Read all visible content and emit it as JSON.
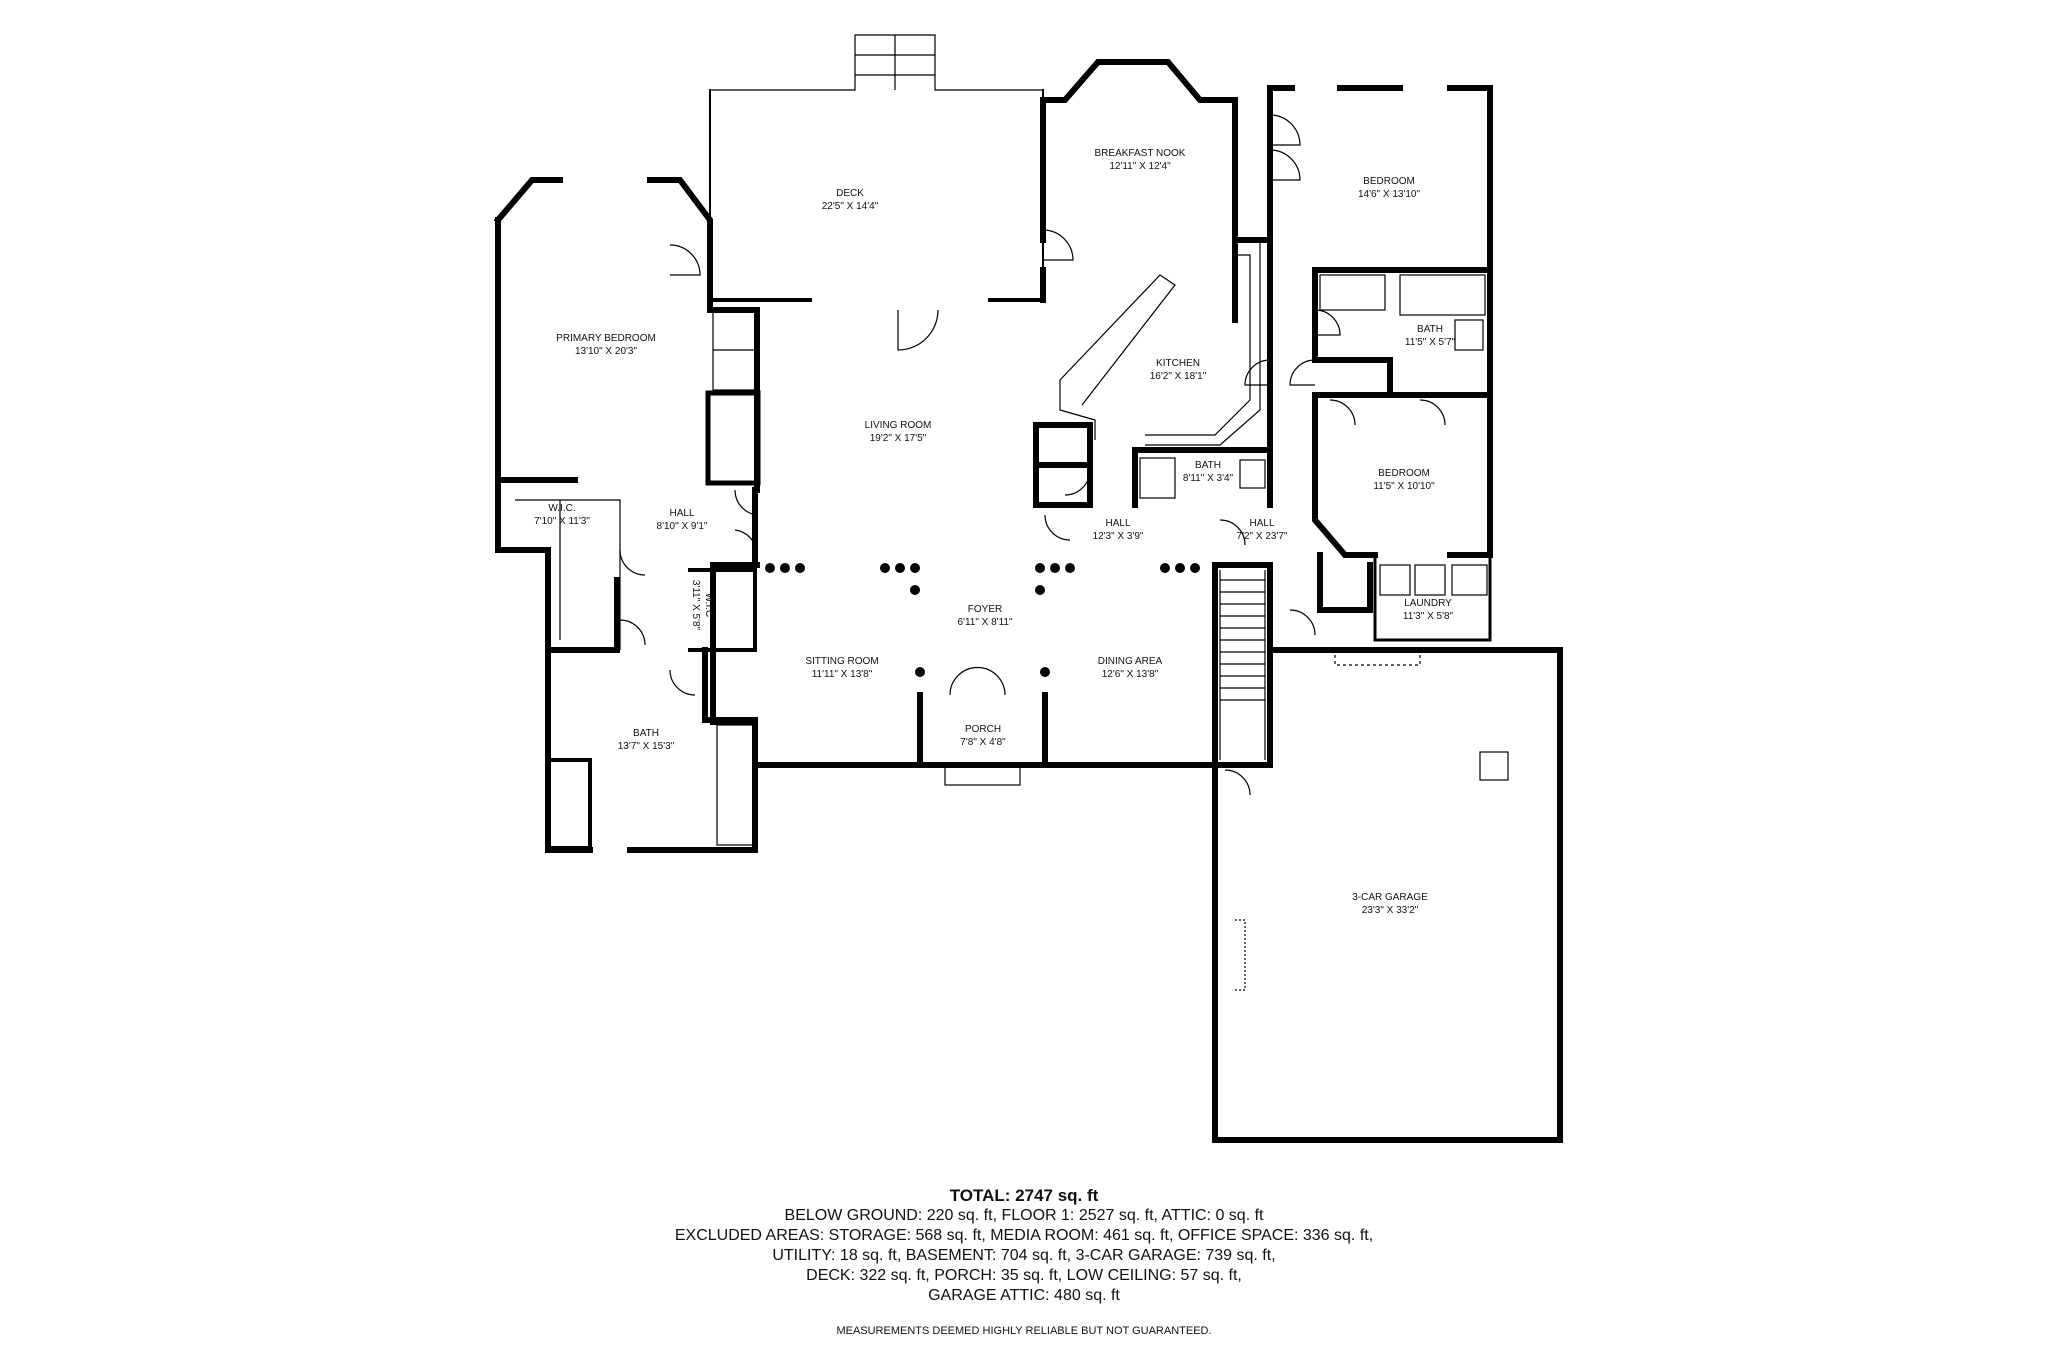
{
  "rooms": {
    "deck": {
      "name": "DECK",
      "dim": "22'5\" X 14'4\""
    },
    "breakfast_nook": {
      "name": "BREAKFAST NOOK",
      "dim": "12'11\" X 12'4\""
    },
    "bedroom_ne": {
      "name": "BEDROOM",
      "dim": "14'6\" X 13'10\""
    },
    "primary_bedroom": {
      "name": "PRIMARY BEDROOM",
      "dim": "13'10\" X 20'3\""
    },
    "bath_east": {
      "name": "BATH",
      "dim": "11'5\" X 5'7\""
    },
    "kitchen": {
      "name": "KITCHEN",
      "dim": "16'2\" X 18'1\""
    },
    "living_room": {
      "name": "LIVING ROOM",
      "dim": "19'2\" X 17'5\""
    },
    "bath_half": {
      "name": "BATH",
      "dim": "8'11\" X 3'4\""
    },
    "bedroom_e": {
      "name": "BEDROOM",
      "dim": "11'5\" X 10'10\""
    },
    "wic_primary": {
      "name": "W.I.C.",
      "dim": "7'10\" X 11'3\""
    },
    "hall_west": {
      "name": "HALL",
      "dim": "8'10\" X 9'1\""
    },
    "hall_center": {
      "name": "HALL",
      "dim": "12'3\" X 3'9\""
    },
    "hall_east": {
      "name": "HALL",
      "dim": "7'2\" X 23'7\""
    },
    "wic_small": {
      "name": "W.I.C",
      "dim": "3'11\" X 5'8\""
    },
    "laundry": {
      "name": "LAUNDRY",
      "dim": "11'3\" X 5'8\""
    },
    "foyer": {
      "name": "FOYER",
      "dim": "6'11\" X 8'11\""
    },
    "sitting_room": {
      "name": "SITTING ROOM",
      "dim": "11'11\" X 13'8\""
    },
    "dining_area": {
      "name": "DINING AREA",
      "dim": "12'6\" X 13'8\""
    },
    "bath_primary": {
      "name": "BATH",
      "dim": "13'7\" X 15'3\""
    },
    "porch": {
      "name": "PORCH",
      "dim": "7'8\" X 4'8\""
    },
    "garage": {
      "name": "3-CAR GARAGE",
      "dim": "23'3\" X 33'2\""
    }
  },
  "summary": {
    "total": "TOTAL: 2747 sq. ft",
    "lines": [
      "BELOW GROUND: 220 sq. ft, FLOOR 1: 2527 sq. ft, ATTIC: 0 sq. ft",
      "EXCLUDED AREAS: STORAGE: 568 sq. ft, MEDIA ROOM: 461 sq. ft, OFFICE SPACE: 336 sq. ft,",
      "UTILITY: 18 sq. ft, BASEMENT: 704 sq. ft, 3-CAR GARAGE: 739 sq. ft,",
      "DECK: 322 sq. ft, PORCH: 35 sq. ft, LOW CEILING: 57 sq. ft,",
      "GARAGE ATTIC: 480 sq. ft"
    ]
  },
  "disclaimer": "MEASUREMENTS DEEMED HIGHLY RELIABLE BUT NOT GUARANTEED."
}
